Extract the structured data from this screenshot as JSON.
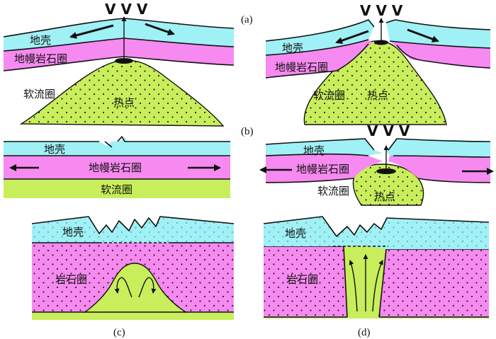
{
  "colors": {
    "crust": "#9ff1f6",
    "lithosphere": "#f68af0",
    "asthenosphere": "#c9ee5b",
    "outline": "#111111"
  },
  "panel_labels": {
    "a": "(a)",
    "b": "(b)",
    "c": "(c)",
    "d": "(d)"
  },
  "volcano_symbol": "V V V",
  "terms": {
    "crust": "地壳",
    "mantle_lithosphere": "地幔岩石圈",
    "asthenosphere": "软流圈",
    "hotspot": "热点",
    "lithosphere": "岩石圈"
  }
}
